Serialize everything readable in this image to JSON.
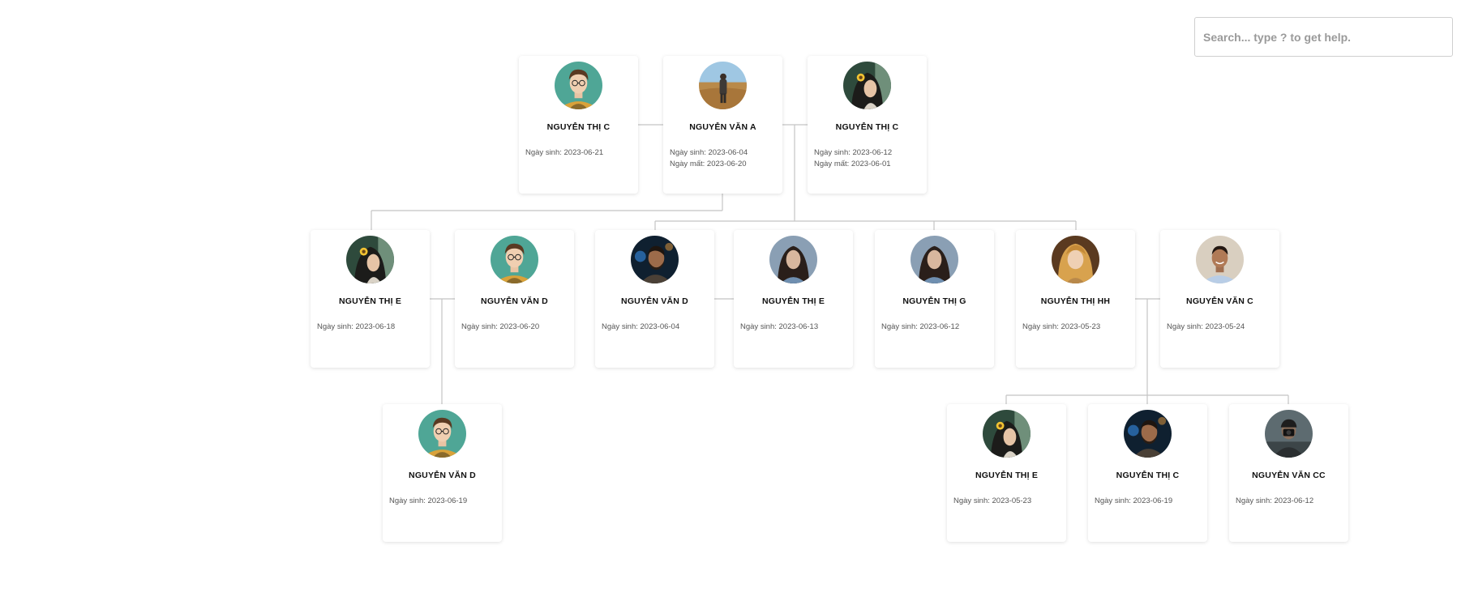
{
  "search": {
    "placeholder": "Search... type ? to get help."
  },
  "people": [
    {
      "id": "p1",
      "name": "NGUYỄN THỊ C",
      "avatar": "young-man-glasses-icon",
      "info": [
        "Ngày sinh: 2023-06-21"
      ]
    },
    {
      "id": "p2",
      "name": "NGUYỄN VĂN A",
      "avatar": "person-in-field-icon",
      "info": [
        "Ngày sinh: 2023-06-04",
        "Ngày mất: 2023-06-20"
      ]
    },
    {
      "id": "p3",
      "name": "NGUYỄN THỊ C",
      "avatar": "woman-with-sunflower-icon",
      "info": [
        "Ngày sinh: 2023-06-12",
        "Ngày mất: 2023-06-01"
      ]
    },
    {
      "id": "p4",
      "name": "NGUYỄN THỊ E",
      "avatar": "woman-with-sunflower-icon",
      "info": [
        "Ngày sinh: 2023-06-18"
      ]
    },
    {
      "id": "p5",
      "name": "NGUYỄN VĂN D",
      "avatar": "young-man-glasses-icon",
      "info": [
        "Ngày sinh: 2023-06-20"
      ]
    },
    {
      "id": "p6",
      "name": "NGUYỄN VĂN D",
      "avatar": "man-with-beard-icon",
      "info": [
        "Ngày sinh: 2023-06-04"
      ]
    },
    {
      "id": "p7",
      "name": "NGUYỄN THỊ E",
      "avatar": "woman-dark-hair-icon",
      "info": [
        "Ngày sinh: 2023-06-13"
      ]
    },
    {
      "id": "p8",
      "name": "NGUYỄN THỊ G",
      "avatar": "woman-dark-hair-icon",
      "info": [
        "Ngày sinh: 2023-06-12"
      ]
    },
    {
      "id": "p9",
      "name": "NGUYỄN THỊ HH",
      "avatar": "blonde-woman-icon",
      "info": [
        "Ngày sinh: 2023-05-23"
      ]
    },
    {
      "id": "p10",
      "name": "NGUYỄN VĂN C",
      "avatar": "man-smiling-icon",
      "info": [
        "Ngày sinh: 2023-05-24"
      ]
    },
    {
      "id": "p11",
      "name": "NGUYỄN VĂN D",
      "avatar": "young-man-glasses-icon",
      "info": [
        "Ngày sinh: 2023-06-19"
      ]
    },
    {
      "id": "p12",
      "name": "NGUYỄN THỊ E",
      "avatar": "woman-with-sunflower-icon",
      "info": [
        "Ngày sinh: 2023-05-23"
      ]
    },
    {
      "id": "p13",
      "name": "NGUYỄN THỊ C",
      "avatar": "man-with-beard-icon",
      "info": [
        "Ngày sinh: 2023-06-19"
      ]
    },
    {
      "id": "p14",
      "name": "NGUYỄN VĂN CC",
      "avatar": "man-with-camera-icon",
      "info": [
        "Ngày sinh: 2023-06-12"
      ]
    }
  ]
}
